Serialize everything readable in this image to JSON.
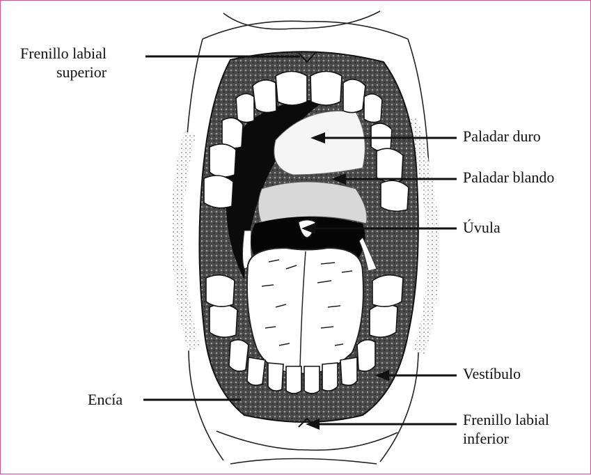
{
  "labels": {
    "frenillo_superior": {
      "line1": "Frenillo labial",
      "line2": "superior"
    },
    "paladar_duro": "Paladar duro",
    "paladar_blando": "Paladar blando",
    "uvula": "Úvula",
    "vestibulo": "Vestíbulo",
    "encia": "Encía",
    "frenillo_inferior": {
      "line1": "Frenillo labial",
      "line2": "inferior"
    }
  },
  "colors": {
    "frame_border": "#e04a9a",
    "ink": "#111111"
  }
}
